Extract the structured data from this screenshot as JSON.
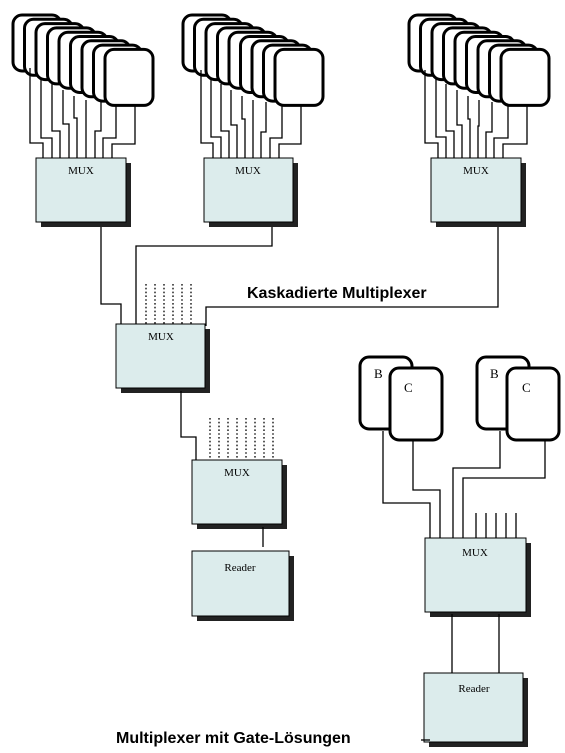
{
  "labels": {
    "mux": "MUX",
    "reader": "Reader",
    "card_b": "B",
    "card_c": "C"
  },
  "captions": {
    "cascaded": "Kaskadierte Multiplexer",
    "gate": "Multiplexer mit Gate-Lösungen"
  },
  "colors": {
    "box_fill": "#dcecec",
    "line": "#000000",
    "background": "#ffffff"
  }
}
